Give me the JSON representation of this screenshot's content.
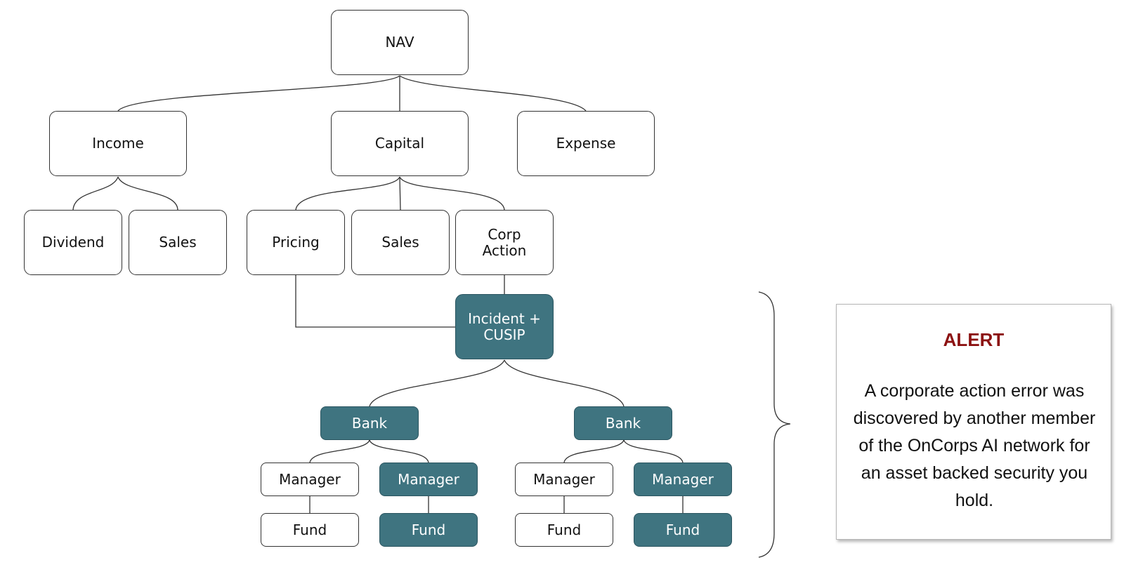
{
  "diagram": {
    "root": "NAV",
    "level1": {
      "income": "Income",
      "capital": "Capital",
      "expense": "Expense"
    },
    "income_children": {
      "dividend": "Dividend",
      "sales": "Sales"
    },
    "capital_children": {
      "pricing": "Pricing",
      "sales": "Sales",
      "corp_action": "Corp\nAction"
    },
    "incident": "Incident +\nCUSIP",
    "banks": [
      {
        "label": "Bank",
        "managers": [
          {
            "label": "Manager",
            "fund": "Fund",
            "highlighted": false
          },
          {
            "label": "Manager",
            "fund": "Fund",
            "highlighted": true
          }
        ]
      },
      {
        "label": "Bank",
        "managers": [
          {
            "label": "Manager",
            "fund": "Fund",
            "highlighted": false
          },
          {
            "label": "Manager",
            "fund": "Fund",
            "highlighted": true
          }
        ]
      }
    ]
  },
  "alert": {
    "title": "ALERT",
    "message": "A corporate action error was discovered by another member of the OnCorps AI network for an asset backed security you hold."
  },
  "colors": {
    "highlight_fill": "#3f7480",
    "alert_title": "#8c1212",
    "line": "#333333"
  }
}
